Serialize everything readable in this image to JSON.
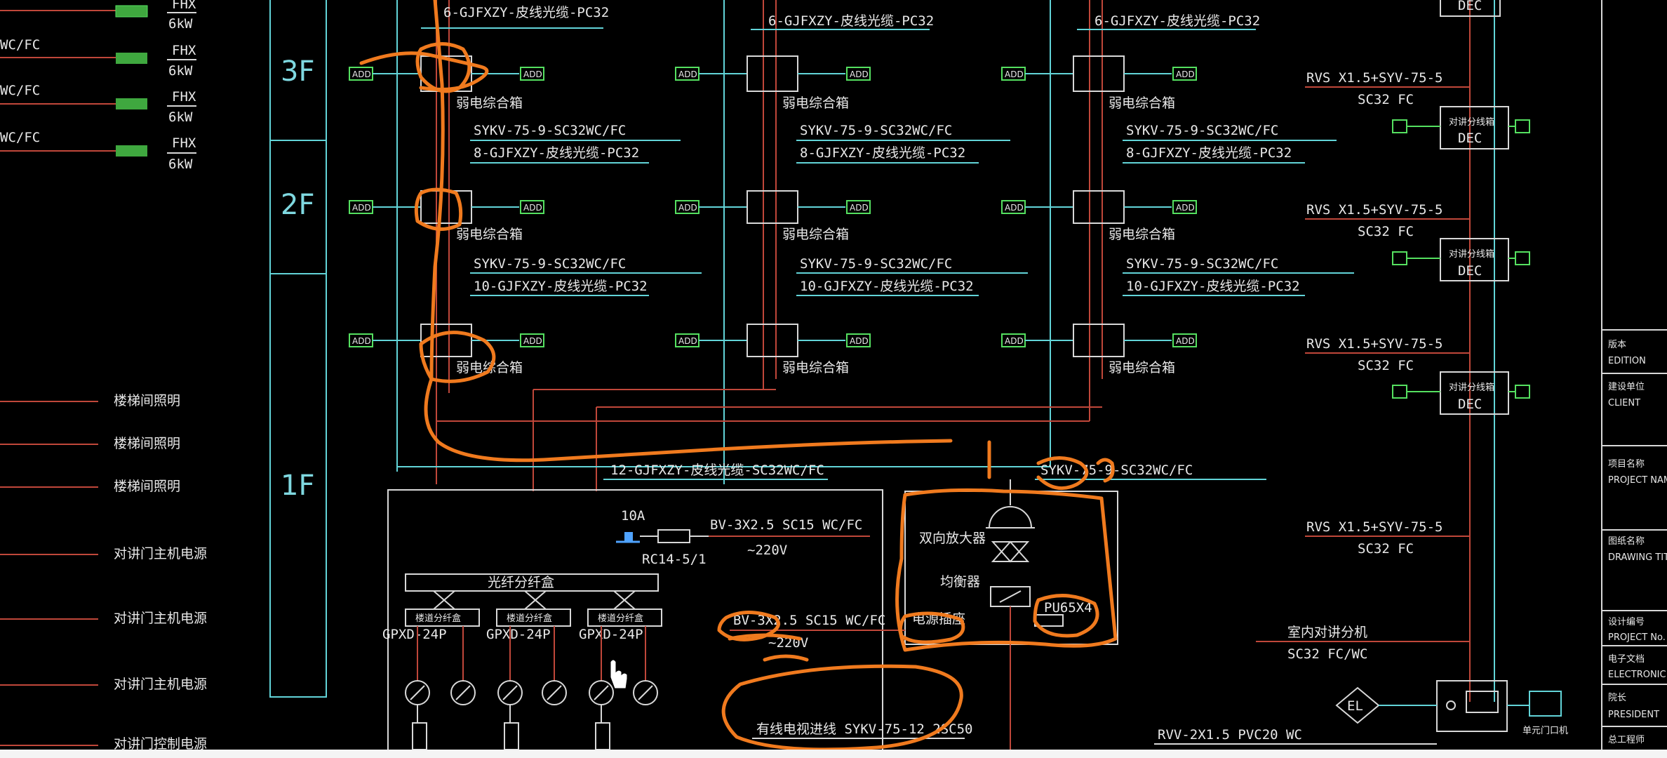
{
  "floors": [
    "3F",
    "2F",
    "1F"
  ],
  "left_column": {
    "fhx_label": "FHX",
    "fhx_power": "6kW",
    "wc_fc": "WC/FC",
    "lower_items": [
      "楼梯间照明",
      "楼梯间照明",
      "楼梯间照明",
      "对讲门主机电源",
      "对讲门主机电源",
      "对讲门主机电源",
      "对讲门控制电源"
    ]
  },
  "riser": {
    "box_label": "弱电综合箱",
    "add_label": "ADD",
    "cable_3f_a": "6-GJFXZY-皮线光缆-PC32",
    "cable_sykv": "SYKV-75-9-SC32WC/FC",
    "cable_3f_b": "8-GJFXZY-皮线光缆-PC32",
    "cable_2f_b": "10-GJFXZY-皮线光缆-PC32",
    "cable_main": "12-GJFXZY-皮线光缆-SC32WC/FC",
    "cable_main_sykv": "SYKV-75-9-SC32WC/FC"
  },
  "right_column": {
    "rvs_label": "RVS X1.5+SYV-75-5",
    "sc32": "SC32 FC",
    "dec_top": "对讲分线箱",
    "dec": "DEC",
    "intercom_label": "室内对讲分机",
    "intercom_pipe": "SC32 FC/WC",
    "rvv": "RVV-2X1.5 PVC20 WC",
    "door_label": "单元门口机",
    "el_label": "EL"
  },
  "cabinet": {
    "breaker": "10A",
    "rcd": "RC14-5/1",
    "bv_line": "BV-3X2.5 SC15 WC/FC",
    "voltage": "~220V",
    "odf_main": "光纤分纤盒",
    "odf_sub": "楼道分纤盒",
    "gpxd": "GPXD-24P",
    "amp": "双向放大器",
    "splitter": "均衡器",
    "power": "电源插座",
    "pu": "PU65X4",
    "bv_line2": "BV-3X2.5 SC15 WC/FC",
    "voltage2": "~220V",
    "incoming": "有线电视进线 SYKV-75-12 2SC50"
  },
  "title_block": {
    "fields": [
      {
        "cn": "版本",
        "en": "EDITION"
      },
      {
        "cn": "建设单位",
        "en": "CLIENT"
      },
      {
        "cn": "项目名称",
        "en": "PROJECT NAME"
      },
      {
        "cn": "图纸名称",
        "en": "DRAWING TITLE"
      },
      {
        "cn": "设计编号",
        "en": "PROJECT No."
      },
      {
        "cn": "电子文档",
        "en": "ELECTRONIC"
      },
      {
        "cn": "院长",
        "en": "PRESIDENT"
      },
      {
        "cn": "总工程师",
        "en": ""
      }
    ]
  }
}
